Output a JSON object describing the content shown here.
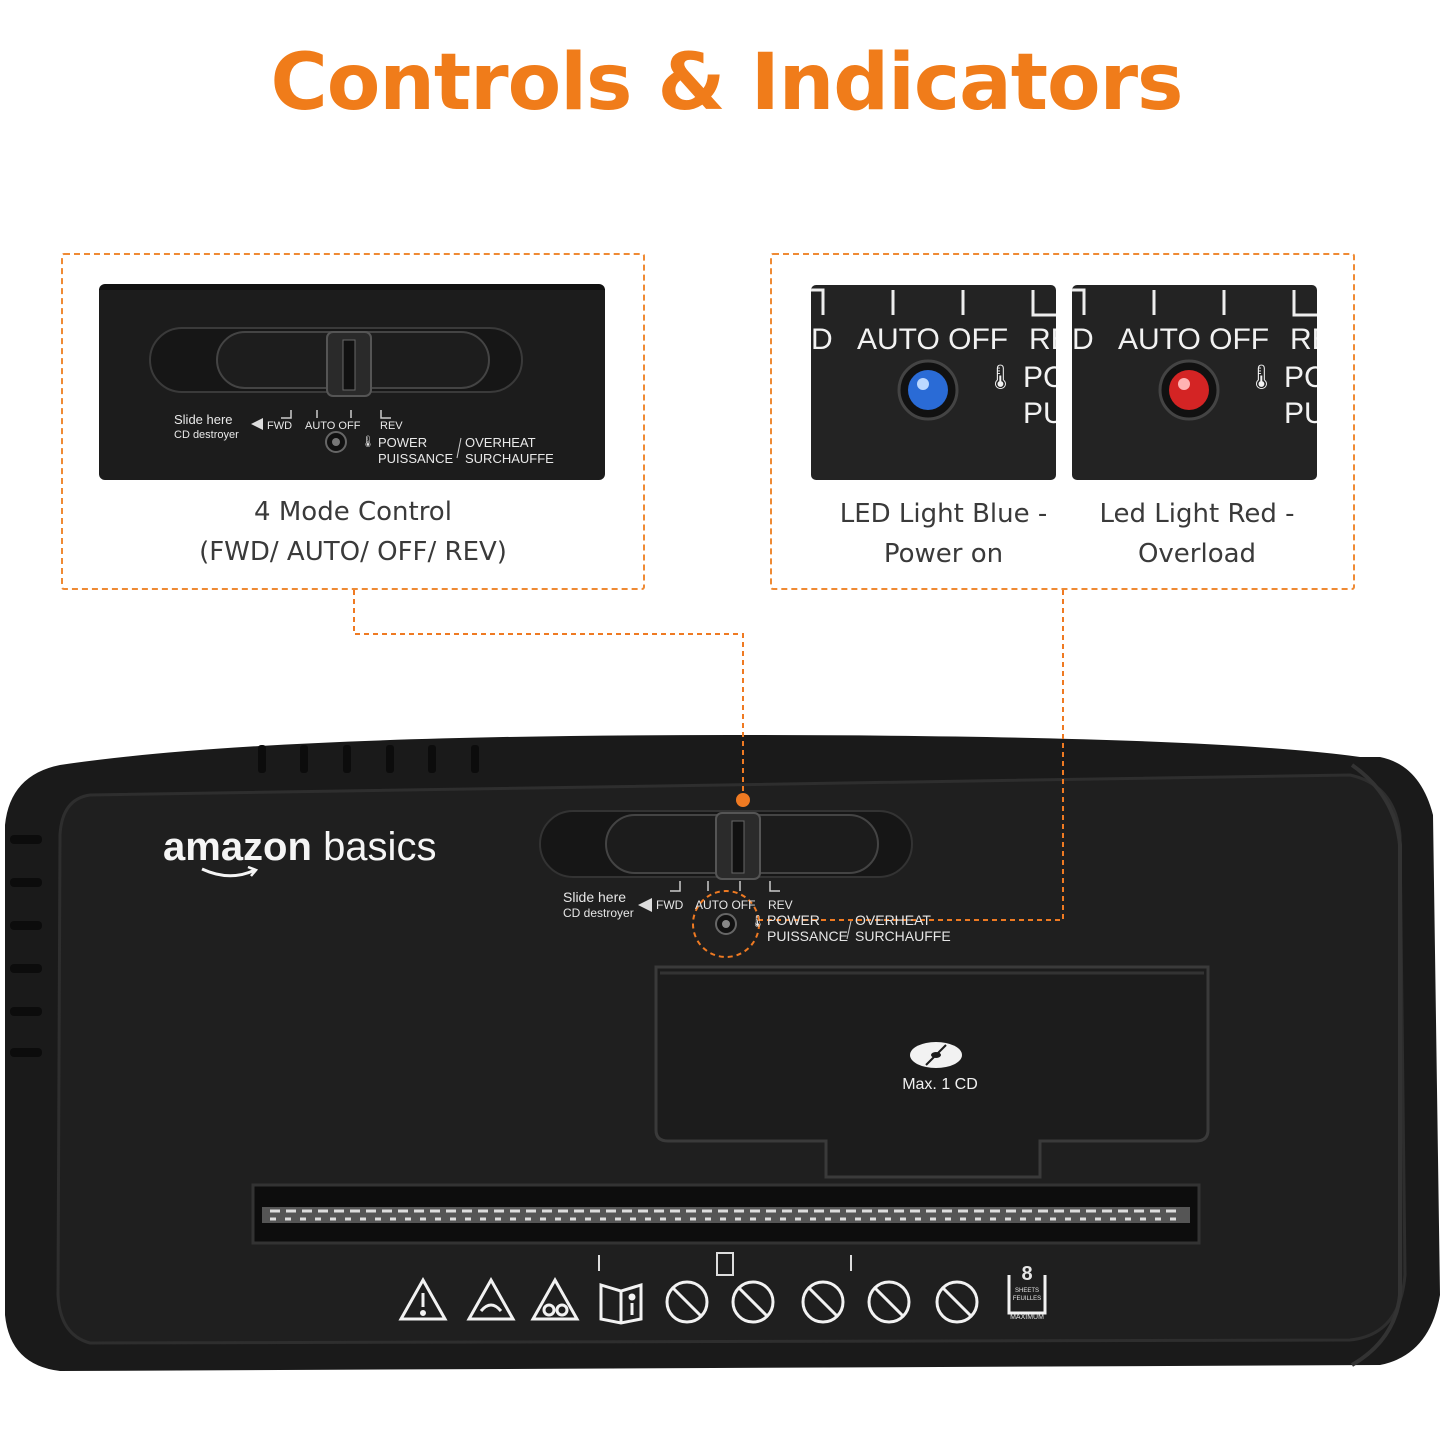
{
  "title": "Controls & Indicators",
  "left_callout": {
    "caption_line1": "4 Mode Control",
    "caption_line2": "(FWD/ AUTO/ OFF/ REV)",
    "panel": {
      "slide_here": "Slide here",
      "cd_destroyer": "CD destroyer",
      "fwd": "FWD",
      "auto_off": "AUTO OFF",
      "rev": "REV",
      "power": "POWER",
      "puissance": "PUISSANCE",
      "overheat": "OVERHEAT",
      "surchauffe": "SURCHAUFFE"
    }
  },
  "right_callout": {
    "blue": {
      "caption_line1": "LED Light Blue -",
      "caption_line2": "Power on",
      "led_color": "#2a6bd6",
      "left_fragment": "D",
      "auto_off": "AUTO OFF",
      "right_fragment": "RE",
      "po_fragment": "PC",
      "pu_fragment": "PU"
    },
    "red": {
      "caption_line1": "Led Light Red -",
      "caption_line2": "Overload",
      "led_color": "#d42424",
      "left_fragment": "D",
      "auto_off": "AUTO OFF",
      "right_fragment": "RE",
      "po_fragment": "PC",
      "pu_fragment": "PU"
    }
  },
  "device": {
    "brand_bold": "amazon",
    "brand_light": "basics",
    "slide_here": "Slide here",
    "cd_destroyer": "CD destroyer",
    "fwd": "FWD",
    "auto_off": "AUTO OFF",
    "rev": "REV",
    "power": "POWER",
    "puissance": "PUISSANCE",
    "overheat": "OVERHEAT",
    "surchauffe": "SURCHAUFFE",
    "cd_label": "Max.  1 CD",
    "sheets_number": "8",
    "sheets_text1": "SHEETS",
    "sheets_text2": "FEUILLES",
    "sheets_max": "MAXIMUM"
  },
  "colors": {
    "accent": "#f07c1a",
    "device_body": "#1a1a1a"
  },
  "icons": [
    "warning-icon",
    "hand-hazard-icon",
    "gear-hazard-icon",
    "read-manual-icon",
    "no-hands-icon",
    "no-tie-icon",
    "no-children-icon",
    "no-hair-icon",
    "no-aerosol-icon"
  ]
}
